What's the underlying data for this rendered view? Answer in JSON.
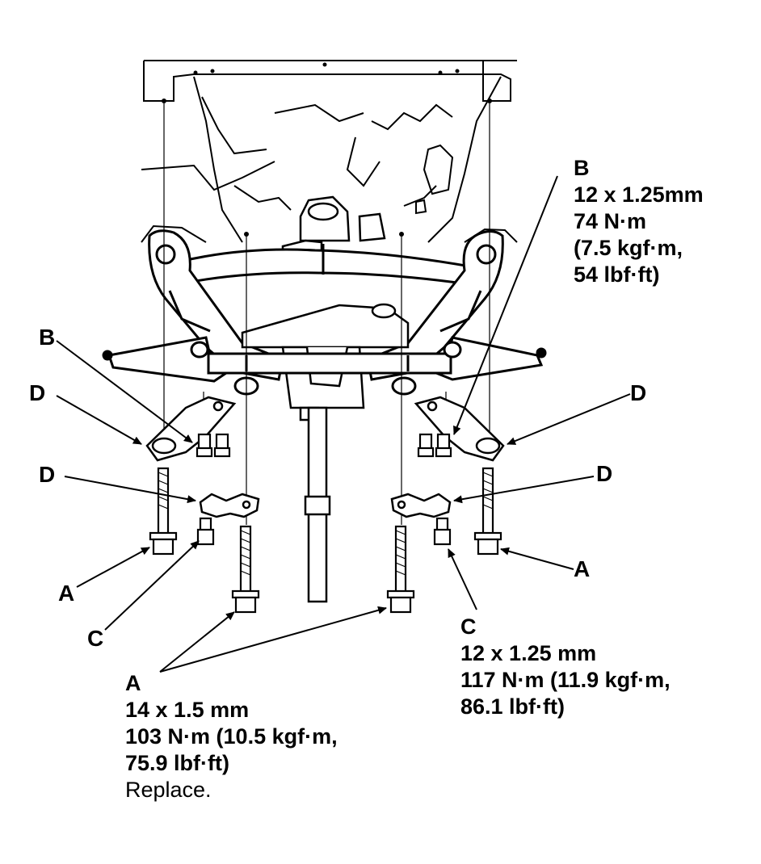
{
  "labels": {
    "b_left": "B",
    "d_left_upper": "D",
    "d_left_lower": "D",
    "a_left": "A",
    "c_left": "C",
    "d_right_upper": "D",
    "d_right_lower": "D",
    "a_right": "A"
  },
  "callout_b": {
    "letter": "B",
    "size": "12 x 1.25mm",
    "torque_nm": "74 N·m",
    "torque_kgf": "(7.5 kgf·m,",
    "torque_lbf": "54 lbf·ft)"
  },
  "callout_c": {
    "letter": "C",
    "size": "12 x 1.25 mm",
    "torque_line1": "117 N·m (11.9 kgf·m,",
    "torque_line2": "86.1 lbf·ft)"
  },
  "callout_a": {
    "letter": "A",
    "size": "14 x 1.5 mm",
    "torque_line1": "103 N·m (10.5 kgf·m,",
    "torque_line2": "75.9 lbf·ft)",
    "note": "Replace."
  }
}
